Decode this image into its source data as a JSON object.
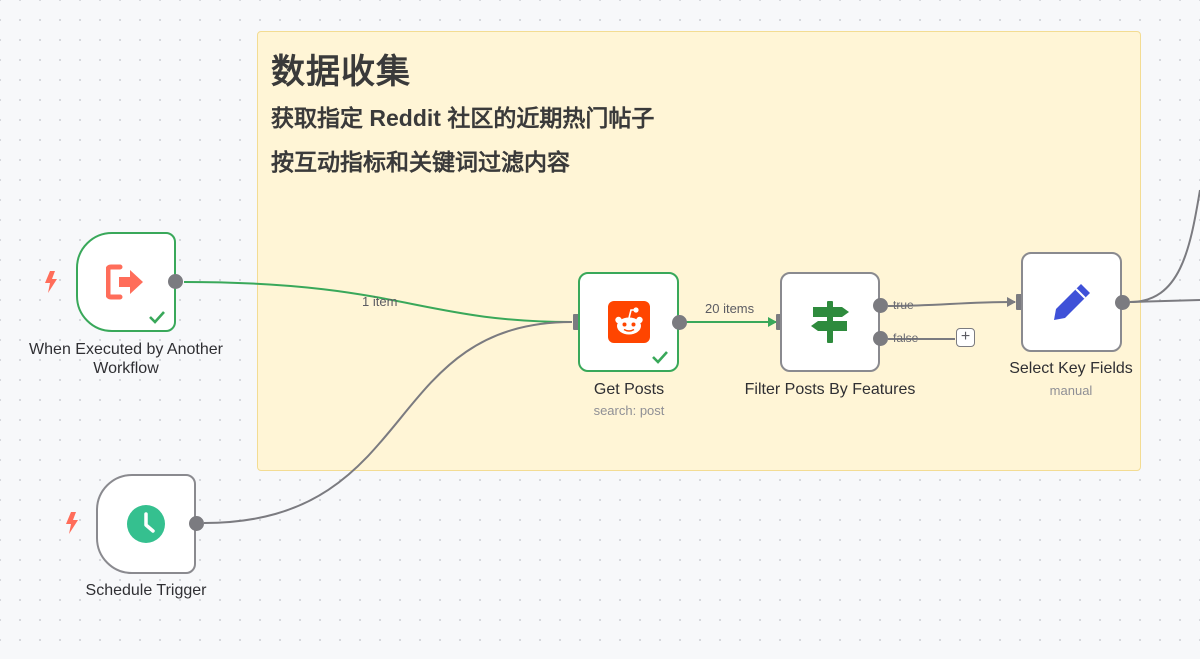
{
  "sticky_note": {
    "title": "数据收集",
    "line1": "获取指定 Reddit 社区的近期热门帖子",
    "line2": "按互动指标和关键词过滤内容"
  },
  "nodes": {
    "when_executed": {
      "label": "When Executed by Another Workflow",
      "icon": "sign-in-arrow-icon",
      "color": "#ff6d5a",
      "status": "success"
    },
    "schedule_trigger": {
      "label": "Schedule Trigger",
      "icon": "clock-icon",
      "color": "#35c08f"
    },
    "get_posts": {
      "label": "Get Posts",
      "subtitle": "search: post",
      "icon": "reddit-icon",
      "color": "#ff4500",
      "status": "success"
    },
    "filter_posts": {
      "label": "Filter Posts By Features",
      "icon": "signpost-icon",
      "color": "#2e8b3d"
    },
    "select_fields": {
      "label": "Select Key Fields",
      "subtitle": "manual",
      "icon": "pencil-icon",
      "color": "#3f51d8"
    }
  },
  "connections": {
    "trigger_to_get_posts": "1 item",
    "get_posts_to_filter": "20 items",
    "filter_true_output": "true",
    "filter_false_output": "false"
  },
  "colors": {
    "success": "#39a85a",
    "sticky": "#fff5d6",
    "edge": "#7b7b80",
    "trigger_bolt": "#ff6d5a"
  }
}
